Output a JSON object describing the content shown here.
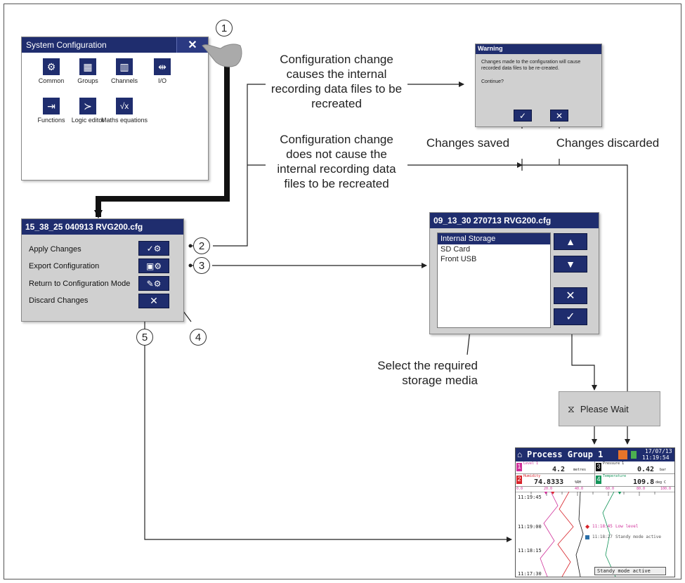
{
  "system_config": {
    "title": "System Configuration",
    "close_label": "✕",
    "icons": [
      {
        "label": "Common",
        "icon": "gear-icon",
        "glyph": "⚙"
      },
      {
        "label": "Groups",
        "icon": "grid-icon",
        "glyph": "▦"
      },
      {
        "label": "Channels",
        "icon": "channels-icon",
        "glyph": "▥"
      },
      {
        "label": "I/O",
        "icon": "io-icon",
        "glyph": "⇹"
      },
      {
        "label": "Functions",
        "icon": "functions-icon",
        "glyph": "⇥"
      },
      {
        "label": "Logic editor",
        "icon": "logic-icon",
        "glyph": "≻"
      },
      {
        "label": "Maths equations",
        "icon": "sqrt-icon",
        "glyph": "√x"
      }
    ]
  },
  "callouts": [
    "1",
    "2",
    "3",
    "4",
    "5"
  ],
  "config_menu": {
    "title": "15_38_25 040913 RVG200.cfg",
    "items": [
      {
        "label": "Apply Changes"
      },
      {
        "label": "Export Configuration"
      },
      {
        "label": "Return to Configuration Mode"
      },
      {
        "label": "Discard Changes"
      }
    ]
  },
  "notes": {
    "recreated": "Configuration change causes the internal recording data files to be recreated",
    "not_recreated": "Configuration change does not cause the internal recording data files to be recreated",
    "select_media": "Select the required storage media",
    "changes_saved": "Changes saved",
    "changes_discarded": "Changes discarded"
  },
  "warning": {
    "title": "Warning",
    "message": "Changes made to the configuration will cause recorded data files to be re-created.",
    "question": "Continue?"
  },
  "storage_dialog": {
    "title": "09_13_30 270713 RVG200.cfg",
    "options": [
      "Internal Storage",
      "SD Card",
      "Front USB"
    ],
    "selected": "Internal Storage"
  },
  "please_wait": {
    "label": "Please Wait"
  },
  "process_screen": {
    "title": "Process Group 1",
    "date": "17/07/13",
    "time": "11:19:54",
    "channels": [
      {
        "num": "1",
        "name": "Level 1",
        "value": "4.2",
        "unit": "metres",
        "color": "#d0309a"
      },
      {
        "num": "3",
        "name": "Pressure 1",
        "value": "0.42",
        "unit": "bar",
        "color": "#111111"
      },
      {
        "num": "2",
        "name": "Humidity",
        "value": "74.8333",
        "unit": "%RH",
        "color": "#d8232a"
      },
      {
        "num": "4",
        "name": "Temperature",
        "value": "109.8",
        "unit": "deg C",
        "color": "#14955a"
      }
    ],
    "scale": [
      "0.0",
      "20.0",
      "40.0",
      "60.0",
      "80.0",
      "100.0"
    ],
    "times": [
      "11:19:45",
      "11:19:00",
      "11:18:15",
      "11:17:30"
    ],
    "events": [
      {
        "time": "11:18:45",
        "text": "Low level"
      },
      {
        "time": "11:18:27",
        "text": "Standy mode active"
      }
    ],
    "status": "Standy mode active"
  }
}
